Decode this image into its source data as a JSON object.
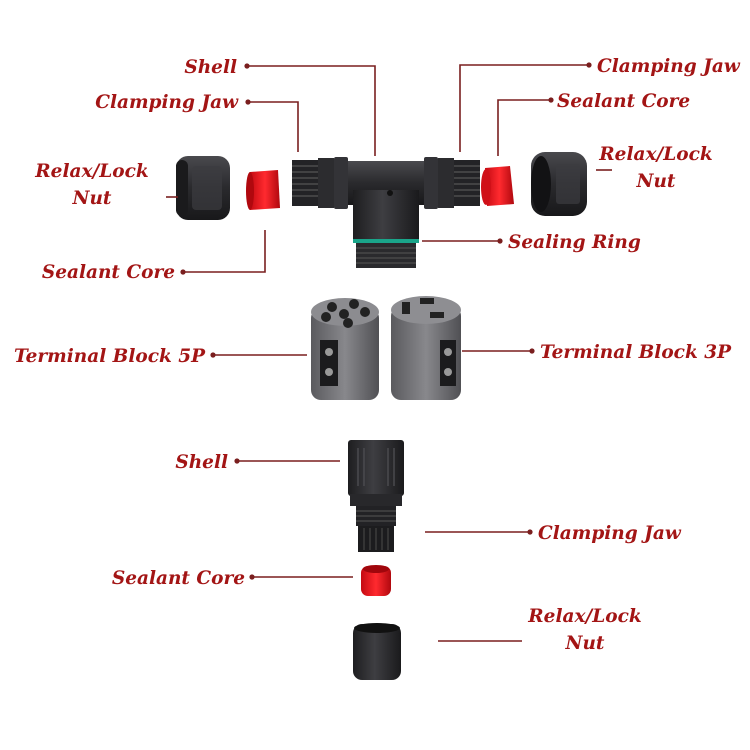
{
  "colors": {
    "label": "#a31515",
    "leader": "#7a1f1f",
    "body": "#2b2b2d",
    "sealant": "#e0141e",
    "sealing_ring": "#1aa58a",
    "terminal_block": "#6e6e72"
  },
  "labels": {
    "shell_top": "Shell",
    "clamping_jaw_top_left": "Clamping Jaw",
    "relax_lock_nut_left_line1": "Relax/Lock",
    "relax_lock_nut_left_line2": "Nut",
    "sealant_core_left": "Sealant Core",
    "clamping_jaw_top_right": "Clamping Jaw",
    "sealant_core_right": "Sealant Core",
    "relax_lock_nut_right_line1": "Relax/Lock",
    "relax_lock_nut_right_line2": "Nut",
    "sealing_ring": "Sealing Ring",
    "terminal_block_5p": "Terminal Block 5P",
    "terminal_block_3p": "Terminal Block 3P",
    "shell_bottom": "Shell",
    "clamping_jaw_bottom": "Clamping Jaw",
    "sealant_core_bottom": "Sealant Core",
    "relax_lock_nut_bottom_line1": "Relax/Lock",
    "relax_lock_nut_bottom_line2": "Nut"
  }
}
